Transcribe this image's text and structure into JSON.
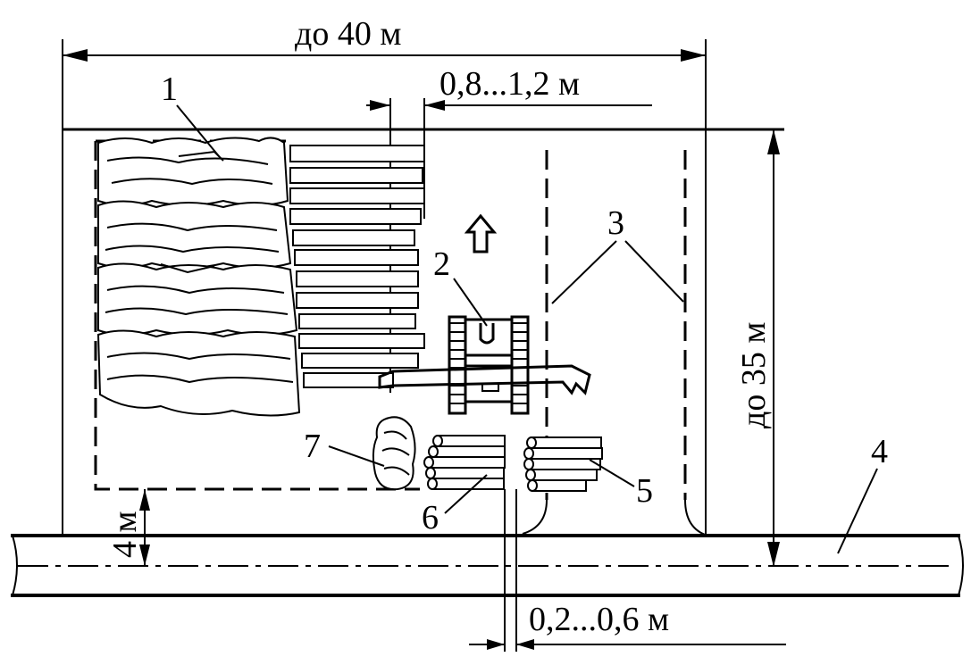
{
  "dimensions": {
    "width_label": "до 40 м",
    "height_label": "до 35 м",
    "offset_label": "0,8...1,2 м",
    "gap_label": "0,2...0,6 м",
    "road_offset_label": "4 м"
  },
  "callouts": {
    "c1": "1",
    "c2": "2",
    "c3": "3",
    "c4": "4",
    "c5": "5",
    "c6": "6",
    "c7": "7"
  }
}
